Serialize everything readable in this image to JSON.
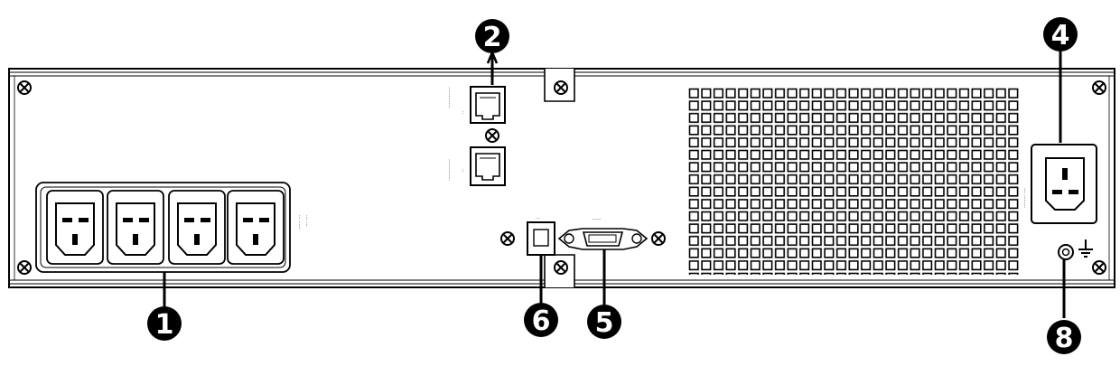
{
  "callouts": [
    {
      "id": "1",
      "label": "1"
    },
    {
      "id": "2",
      "label": "2"
    },
    {
      "id": "4",
      "label": "4"
    },
    {
      "id": "5",
      "label": "5"
    },
    {
      "id": "6",
      "label": "6"
    },
    {
      "id": "8",
      "label": "8"
    }
  ],
  "colors": {
    "ink": "#000000",
    "paper": "#ffffff"
  },
  "icons": [
    "screw-icon",
    "ground-icon",
    "rj45-port-icon",
    "iec-c13-outlet-icon",
    "iec-c14-inlet-icon",
    "usb-port-icon",
    "db9-port-icon"
  ]
}
